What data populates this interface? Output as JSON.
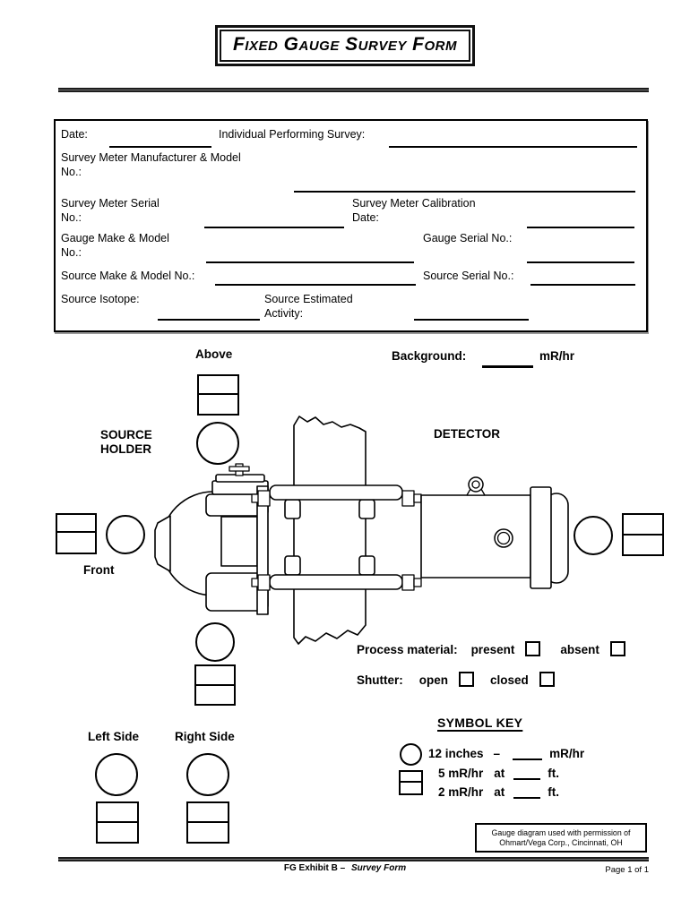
{
  "title": "Fixed Gauge Survey Form",
  "form": {
    "date_label": "Date:",
    "individual_label": "Individual Performing Survey:",
    "meter_mm_line1": "Survey Meter Manufacturer & Model",
    "meter_mm_line2": "No.:",
    "meter_serial_line1": "Survey Meter Serial",
    "meter_serial_line2": "No.:",
    "meter_cal_line1": "Survey Meter Calibration",
    "meter_cal_line2": "Date:",
    "gauge_mm_line1": "Gauge Make & Model",
    "gauge_mm_line2": "No.:",
    "gauge_serial_label": "Gauge Serial No.:",
    "source_mm_label": "Source Make & Model No.:",
    "source_serial_label": "Source Serial No.:",
    "source_isotope_label": "Source Isotope:",
    "source_activity_line1": "Source Estimated",
    "source_activity_line2": "Activity:"
  },
  "diagram": {
    "above_label": "Above",
    "background_label": "Background:",
    "background_unit": "mR/hr",
    "source_holder_line1": "SOURCE",
    "source_holder_line2": "HOLDER",
    "detector_label": "DETECTOR",
    "front_label": "Front",
    "process_label": "Process material:",
    "present_label": "present",
    "absent_label": "absent",
    "shutter_label": "Shutter:",
    "open_label": "open",
    "closed_label": "closed",
    "left_side_label": "Left Side",
    "right_side_label": "Right Side"
  },
  "symbol_key": {
    "title": "SYMBOL KEY",
    "line1_label": "12 inches",
    "line1_dash": "–",
    "line1_unit": "mR/hr",
    "line2_value": "5 mR/hr",
    "line2_at": "at",
    "line2_unit": "ft.",
    "line3_value": "2 mR/hr",
    "line3_at": "at",
    "line3_unit": "ft."
  },
  "permission": {
    "line1": "Gauge diagram used with permission of",
    "line2": "Ohmart/Vega Corp., Cincinnati, OH"
  },
  "footer": {
    "exhibit_prefix": "FG Exhibit B –",
    "exhibit_title": "Survey Form",
    "page": "Page 1 of 1"
  }
}
